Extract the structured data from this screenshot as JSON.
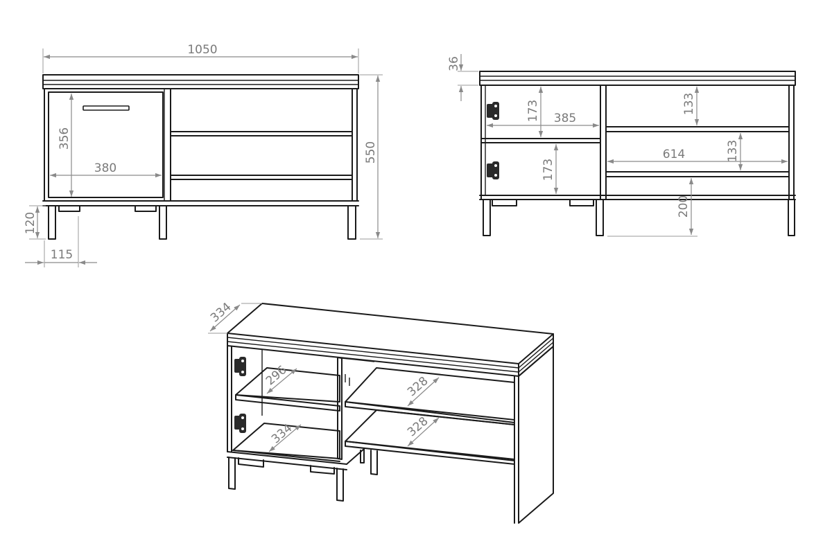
{
  "dimensions": {
    "overall_width": "1050",
    "overall_height": "550",
    "leg_height": "120",
    "leg_inset": "115",
    "door_height": "356",
    "door_width": "380",
    "top_thickness": "36",
    "inner_left_height_upper": "173",
    "inner_left_height_lower": "173",
    "inner_left_width": "385",
    "inner_right_height_upper": "133",
    "inner_right_height_lower": "133",
    "inner_right_width": "614",
    "clearance_height": "200",
    "depth": "334",
    "shelf_left_upper_depth": "296",
    "shelf_left_lower_depth": "334",
    "shelf_right_upper_depth": "328",
    "shelf_right_lower_depth": "328"
  },
  "colors": {
    "outline": "#1a1a1a",
    "dimension": "#8a8a8a"
  }
}
